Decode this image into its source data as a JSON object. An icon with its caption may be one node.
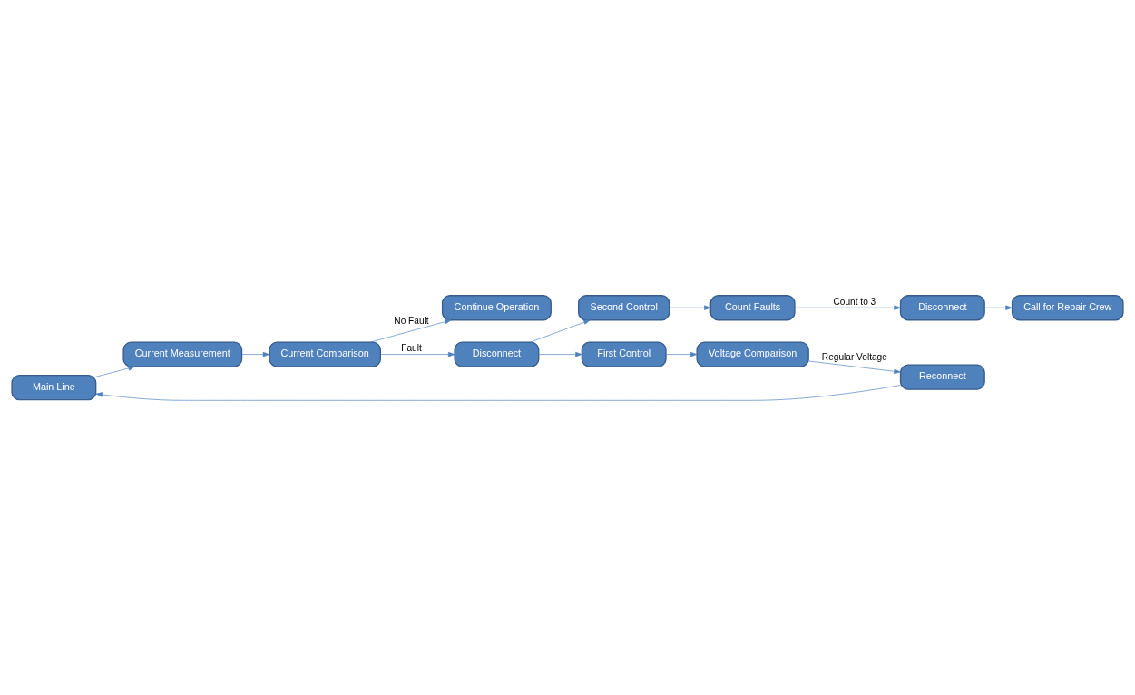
{
  "diagram": {
    "nodes": [
      {
        "text": [
          "Main Line"
        ]
      },
      {
        "text": [
          "Current Measurement"
        ]
      },
      {
        "text": [
          "Disconnect"
        ]
      },
      {
        "text": [
          "First Control"
        ]
      },
      {
        "text": [
          "Voltage Comparison"
        ]
      },
      {
        "text": [
          "Reconnect"
        ]
      },
      {
        "text": [
          "Current Comparison"
        ]
      },
      {
        "text": [
          "Second Control"
        ]
      },
      {
        "text": [
          "Count Faults"
        ]
      },
      {
        "text": [
          "Disconnect"
        ]
      },
      {
        "text": [
          "Continue Operation"
        ]
      },
      {
        "text": [
          "Call for Repair Crew"
        ]
      }
    ],
    "edges": [
      {
        "from": 0,
        "to": 1,
        "arrow": "to"
      },
      {
        "from": 1,
        "to": 6,
        "arrow": "to"
      },
      {
        "from": 6,
        "to": 2,
        "arrow": "to",
        "label": "Fault"
      },
      {
        "from": 6,
        "to": 10,
        "arrow": "to",
        "label": "No Fault"
      },
      {
        "from": 2,
        "to": 3,
        "arrow": "to"
      },
      {
        "from": 2,
        "to": 7,
        "arrow": "to"
      },
      {
        "from": 3,
        "to": 4,
        "arrow": "to"
      },
      {
        "from": 4,
        "to": 5,
        "arrow": "to",
        "label": "Regular Voltage"
      },
      {
        "from": 5,
        "to": 0,
        "arrow": "to"
      },
      {
        "from": 7,
        "to": 8,
        "arrow": "to"
      },
      {
        "from": 8,
        "to": 9,
        "arrow": "to",
        "label": "Count to 3"
      },
      {
        "from": 9,
        "to": 11,
        "arrow": "to"
      }
    ]
  }
}
